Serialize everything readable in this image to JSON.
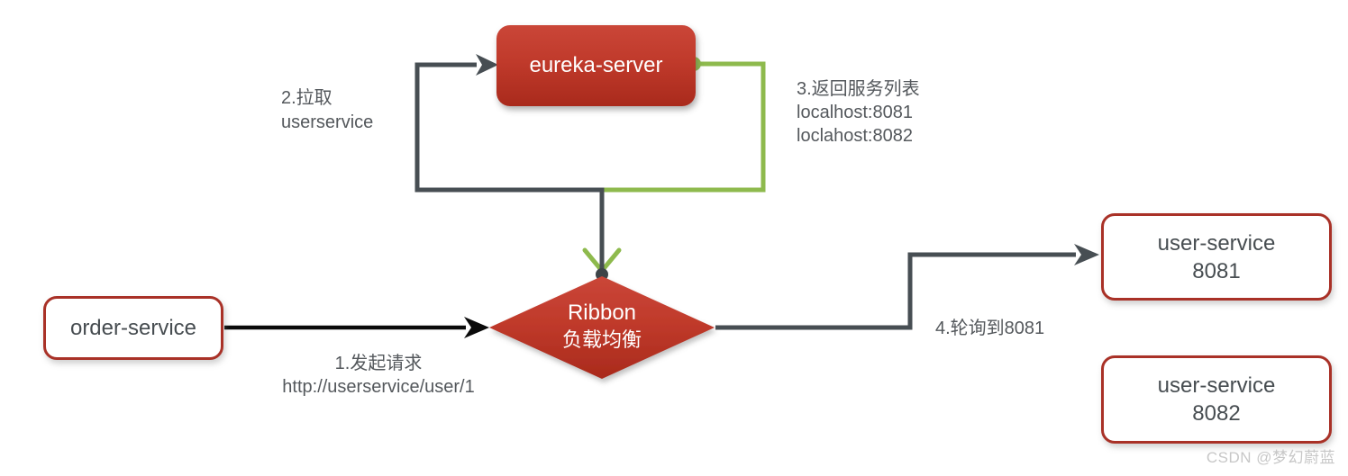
{
  "nodes": {
    "eureka": {
      "label": "eureka-server"
    },
    "order": {
      "label": "order-service"
    },
    "ribbon": {
      "line1": "Ribbon",
      "line2": "负载均衡"
    },
    "user1": {
      "line1": "user-service",
      "line2": "8081"
    },
    "user2": {
      "line1": "user-service",
      "line2": "8082"
    }
  },
  "annotations": {
    "pull": {
      "line1": "2.拉取",
      "line2": "userservice"
    },
    "return": {
      "line1": "3.返回服务列表",
      "line2": "localhost:8081",
      "line3": "loclahost:8082"
    },
    "request": {
      "line1": "1.发起请求",
      "line2": "http://userservice/user/1"
    },
    "poll": {
      "text": "4.轮询到8081"
    }
  },
  "watermark": "CSDN @梦幻蔚蓝",
  "colors": {
    "node_red_top": "#ca4638",
    "node_red_bottom": "#a92a1c",
    "white_node_border": "#a93127",
    "dark_line": "#474e53",
    "green_line": "#8eba4d",
    "black_line": "#0a0a0a",
    "label_gray": "#54585c",
    "watermark_gray": "#c7c7c7"
  }
}
